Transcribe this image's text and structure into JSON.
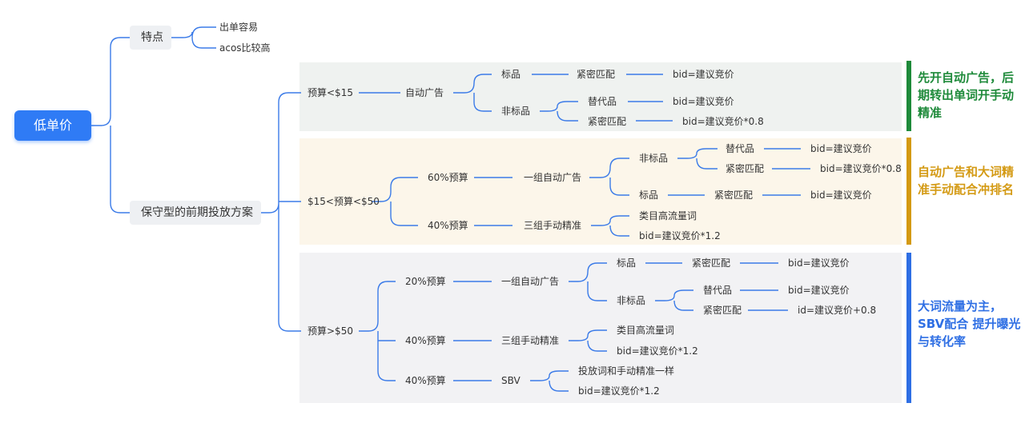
{
  "root": {
    "label": "低单价"
  },
  "features": {
    "label": "特点",
    "items": [
      "出单容易",
      "acos比较高"
    ]
  },
  "plan": {
    "label": "保守型的前期投放方案"
  },
  "tiers": [
    {
      "budget": "预算<$15",
      "color": "#1e8a3a",
      "panel_bg": "#eff2f0",
      "note": "先开自动广告，后期转出单词开手动精准",
      "branches": [
        {
          "label": "自动广告",
          "children": [
            {
              "label": "标品",
              "children": [
                {
                  "label": "紧密匹配",
                  "bid": "bid=建议竞价"
                }
              ]
            },
            {
              "label": "非标品",
              "children": [
                {
                  "label": "替代品",
                  "bid": "bid=建议竞价"
                },
                {
                  "label": "紧密匹配",
                  "bid": "bid=建议竞价*0.8"
                }
              ]
            }
          ]
        }
      ]
    },
    {
      "budget": "$15<预算<$50",
      "color": "#d49a14",
      "panel_bg": "#fcf6ea",
      "note": "自动广告和大词精准手动配合冲排名",
      "branches": [
        {
          "share": "60%预算",
          "label": "一组自动广告",
          "children": [
            {
              "label": "非标品",
              "children": [
                {
                  "label": "替代品",
                  "bid": "bid=建议竞价"
                },
                {
                  "label": "紧密匹配",
                  "bid": "bid=建议竞价*0.8"
                }
              ]
            },
            {
              "label": "标品",
              "children": [
                {
                  "label": "紧密匹配",
                  "bid": "bid=建议竞价"
                }
              ]
            }
          ]
        },
        {
          "share": "40%预算",
          "label": "三组手动精准",
          "children": [
            {
              "label": "类目高流量词"
            },
            {
              "label": "bid=建议竞价*1.2"
            }
          ]
        }
      ]
    },
    {
      "budget": "预算>$50",
      "color": "#2f6fe4",
      "panel_bg": "#f2f2f4",
      "note": "大词流量为主，SBV配合 提升曝光与转化率",
      "branches": [
        {
          "share": "20%预算",
          "label": "一组自动广告",
          "children": [
            {
              "label": "标品",
              "children": [
                {
                  "label": "紧密匹配",
                  "bid": "bid=建议竞价"
                }
              ]
            },
            {
              "label": "非标品",
              "children": [
                {
                  "label": "替代品",
                  "bid": "bid=建议竞价"
                },
                {
                  "label": "紧密匹配",
                  "bid": "id=建议竞价+0.8"
                }
              ]
            }
          ]
        },
        {
          "share": "40%预算",
          "label": "三组手动精准",
          "children": [
            {
              "label": "类目高流量词"
            },
            {
              "label": "bid=建议竞价*1.2"
            }
          ]
        },
        {
          "share": "40%预算",
          "label": "SBV",
          "children": [
            {
              "label": "投放词和手动精准一样"
            },
            {
              "label": "bid=建议竞价*1.2"
            }
          ]
        }
      ]
    }
  ]
}
